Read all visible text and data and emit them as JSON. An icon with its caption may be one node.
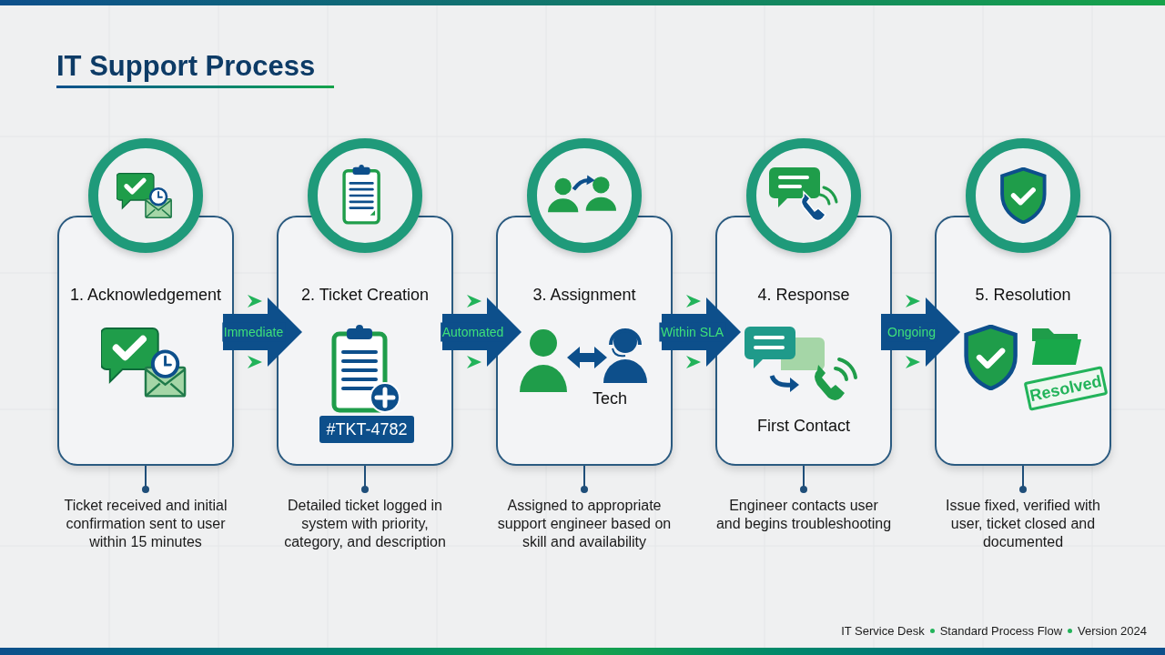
{
  "diagram": {
    "title": "IT Support Process",
    "nodes": [
      {
        "text": [
          "1. Acknowledgement"
        ]
      },
      {
        "text": [
          "2. Ticket Creation"
        ]
      },
      {
        "text": [
          "#TKT-4782"
        ],
        "in": 1
      },
      {
        "text": [
          "3. Assignment",
          "Tech"
        ]
      },
      {
        "text": [
          "4. Response",
          "First Contact"
        ]
      },
      {
        "text": [
          "5. Resolution"
        ]
      },
      {
        "text": [
          "Resolved"
        ],
        "in": 5
      },
      {
        "text": [
          "Ticket received and initial confirmation sent to user within 15 minutes"
        ]
      },
      {
        "text": [
          "Detailed ticket logged in system with priority, category, and description"
        ]
      },
      {
        "text": [
          "Assigned to appropriate support engineer based on skill and availability"
        ]
      },
      {
        "text": [
          "Engineer contacts user and begins troubleshooting"
        ]
      },
      {
        "text": [
          "Issue fixed, verified with user, ticket closed and documented"
        ]
      }
    ],
    "edges": [
      {
        "from": 0,
        "to": 1,
        "arrow": "to",
        "label": "Immediate",
        "style": "thick"
      },
      {
        "from": 1,
        "to": 3,
        "arrow": "to",
        "label": "Automated",
        "style": "thick"
      },
      {
        "from": 3,
        "to": 4,
        "arrow": "to",
        "label": "Within SLA",
        "style": "thick"
      },
      {
        "from": 4,
        "to": 5,
        "arrow": "to",
        "label": "Ongoing",
        "style": "thick"
      },
      {
        "from": 0,
        "to": 7,
        "arrow": "other"
      },
      {
        "from": 1,
        "to": 8,
        "arrow": "other"
      },
      {
        "from": 3,
        "to": 9,
        "arrow": "other"
      },
      {
        "from": 4,
        "to": 10,
        "arrow": "other"
      },
      {
        "from": 5,
        "to": 11,
        "arrow": "other"
      }
    ],
    "labels": [
      "IT Service Desk",
      "Standard Process Flow",
      "Version 2024"
    ]
  }
}
